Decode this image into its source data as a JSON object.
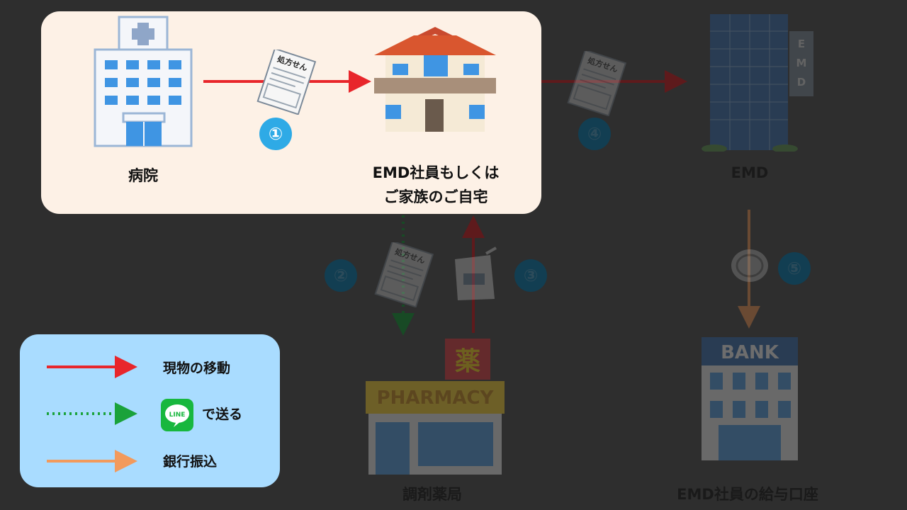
{
  "nodes": {
    "hospital": "病院",
    "home_line1": "EMD社員もしくは",
    "home_line2": "ご家族のご自宅",
    "emd": "EMD",
    "pharmacy": "調剤薬局",
    "bank_account": "EMD社員の給与口座"
  },
  "steps": [
    "①",
    "②",
    "③",
    "④",
    "⑤"
  ],
  "signs": {
    "prescription": "処方せん",
    "pharmacy_sign": "PHARMACY",
    "medicine_kanji": "薬",
    "bank_sign": "BANK",
    "emd_vertical": [
      "E",
      "M",
      "D"
    ]
  },
  "legend": {
    "physical": "現物の移動",
    "line_app": "LINE",
    "line_send": "で送る",
    "bank_transfer": "銀行振込"
  },
  "colors": {
    "physical_arrow": "#e8262b",
    "line_arrow": "#1aa23a",
    "transfer_arrow": "#f29a5c",
    "step_badge": "#2eaae6",
    "highlight_bg": "#fdf1e6",
    "legend_bg": "#a9dcff"
  }
}
